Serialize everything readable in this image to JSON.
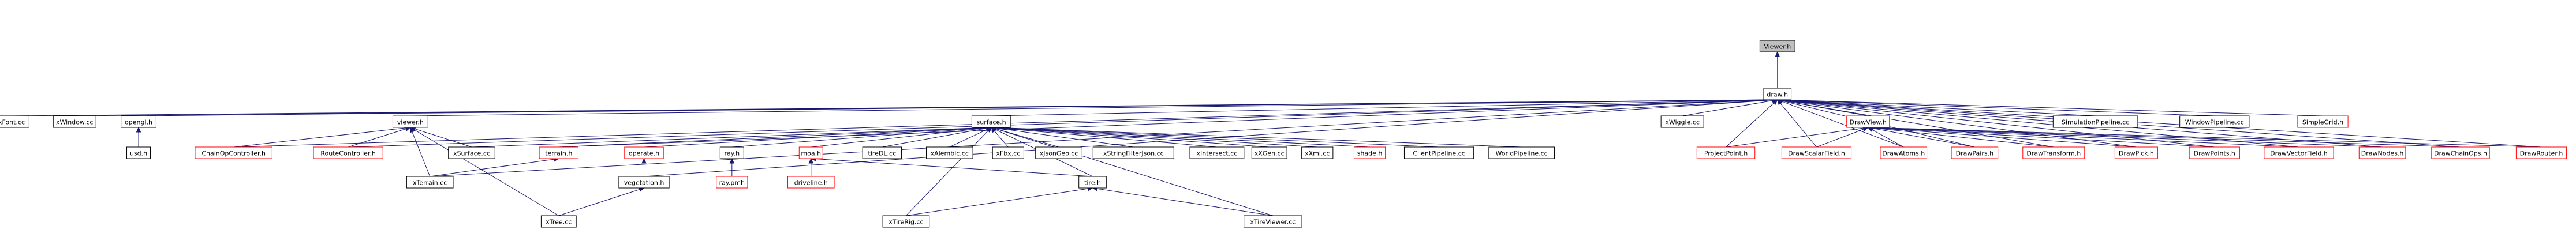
{
  "graph": {
    "root": "Viewer.h",
    "colors": {
      "edge": "#191970",
      "node_border_default": "#000000",
      "node_border_truncated": "#ff0000",
      "node_fill_default": "#ffffff",
      "node_fill_root": "#bfbfbf"
    },
    "nodes": [
      {
        "id": "viewer_h_root",
        "label": "Viewer.h",
        "style": "root"
      },
      {
        "id": "draw_h",
        "label": "draw.h",
        "style": "normal"
      },
      {
        "id": "xfont_cc",
        "label": "xFont.cc",
        "style": "normal"
      },
      {
        "id": "xwindow_cc",
        "label": "xWindow.cc",
        "style": "normal"
      },
      {
        "id": "opengl_h",
        "label": "opengl.h",
        "style": "normal"
      },
      {
        "id": "viewer_h",
        "label": "viewer.h",
        "style": "truncated"
      },
      {
        "id": "surface_h",
        "label": "surface.h",
        "style": "normal"
      },
      {
        "id": "xwiggle_cc",
        "label": "xWiggle.cc",
        "style": "normal"
      },
      {
        "id": "drawview_h",
        "label": "DrawView.h",
        "style": "truncated"
      },
      {
        "id": "simulationpipeline_cc",
        "label": "SimulationPipeline.cc",
        "style": "normal"
      },
      {
        "id": "windowpipeline_cc",
        "label": "WindowPipeline.cc",
        "style": "normal"
      },
      {
        "id": "simplegrid_h",
        "label": "SimpleGrid.h",
        "style": "truncated"
      },
      {
        "id": "usd_h",
        "label": "usd.h",
        "style": "normal"
      },
      {
        "id": "chainopcontroller_h",
        "label": "ChainOpController.h",
        "style": "truncated"
      },
      {
        "id": "routecontroller_h",
        "label": "RouteController.h",
        "style": "truncated"
      },
      {
        "id": "xsurface_cc",
        "label": "xSurface.cc",
        "style": "normal"
      },
      {
        "id": "terrain_h",
        "label": "terrain.h",
        "style": "truncated"
      },
      {
        "id": "operate_h",
        "label": "operate.h",
        "style": "truncated"
      },
      {
        "id": "ray_h",
        "label": "ray.h",
        "style": "normal"
      },
      {
        "id": "moa_h",
        "label": "moa.h",
        "style": "truncated"
      },
      {
        "id": "tiredl_cc",
        "label": "tireDL.cc",
        "style": "normal"
      },
      {
        "id": "xalembic_cc",
        "label": "xAlembic.cc",
        "style": "normal"
      },
      {
        "id": "xfbx_cc",
        "label": "xFbx.cc",
        "style": "normal"
      },
      {
        "id": "xjsongeo_cc",
        "label": "xJsonGeo.cc",
        "style": "normal"
      },
      {
        "id": "xstringfilterjson_cc",
        "label": "xStringFilterJson.cc",
        "style": "normal"
      },
      {
        "id": "xintersect_cc",
        "label": "xIntersect.cc",
        "style": "normal"
      },
      {
        "id": "xxgen_cc",
        "label": "xXGen.cc",
        "style": "normal"
      },
      {
        "id": "xxml_cc",
        "label": "xXml.cc",
        "style": "normal"
      },
      {
        "id": "shade_h",
        "label": "shade.h",
        "style": "truncated"
      },
      {
        "id": "clientpipeline_cc",
        "label": "ClientPipeline.cc",
        "style": "normal"
      },
      {
        "id": "worldpipeline_cc",
        "label": "WorldPipeline.cc",
        "style": "normal"
      },
      {
        "id": "projectpoint_h",
        "label": "ProjectPoint.h",
        "style": "truncated"
      },
      {
        "id": "drawscalarfield_h",
        "label": "DrawScalarField.h",
        "style": "truncated"
      },
      {
        "id": "drawatoms_h",
        "label": "DrawAtoms.h",
        "style": "truncated"
      },
      {
        "id": "drawpairs_h",
        "label": "DrawPairs.h",
        "style": "truncated"
      },
      {
        "id": "drawtransform_h",
        "label": "DrawTransform.h",
        "style": "truncated"
      },
      {
        "id": "drawpick_h",
        "label": "DrawPick.h",
        "style": "truncated"
      },
      {
        "id": "drawpoints_h",
        "label": "DrawPoints.h",
        "style": "truncated"
      },
      {
        "id": "drawvectorfield_h",
        "label": "DrawVectorField.h",
        "style": "truncated"
      },
      {
        "id": "drawnodes_h",
        "label": "DrawNodes.h",
        "style": "truncated"
      },
      {
        "id": "drawchainops_h",
        "label": "DrawChainOps.h",
        "style": "truncated"
      },
      {
        "id": "drawrouter_h",
        "label": "DrawRouter.h",
        "style": "truncated"
      },
      {
        "id": "ray_pmh",
        "label": "ray.pmh",
        "style": "truncated"
      },
      {
        "id": "vegetation_h",
        "label": "vegetation.h",
        "style": "normal"
      },
      {
        "id": "driveline_h",
        "label": "driveline.h",
        "style": "truncated"
      },
      {
        "id": "tire_h",
        "label": "tire.h",
        "style": "normal"
      },
      {
        "id": "xterrain_cc",
        "label": "xTerrain.cc",
        "style": "normal"
      },
      {
        "id": "xtree_cc",
        "label": "xTree.cc",
        "style": "normal"
      },
      {
        "id": "xtirerig_cc",
        "label": "xTireRig.cc",
        "style": "normal"
      },
      {
        "id": "xtireviewer_cc",
        "label": "xTireViewer.cc",
        "style": "normal"
      }
    ],
    "edges": [
      [
        "draw_h",
        "viewer_h_root"
      ],
      [
        "xfont_cc",
        "draw_h"
      ],
      [
        "xwindow_cc",
        "draw_h"
      ],
      [
        "opengl_h",
        "draw_h"
      ],
      [
        "viewer_h",
        "draw_h"
      ],
      [
        "surface_h",
        "draw_h"
      ],
      [
        "xwiggle_cc",
        "draw_h"
      ],
      [
        "drawview_h",
        "draw_h"
      ],
      [
        "simulationpipeline_cc",
        "draw_h"
      ],
      [
        "windowpipeline_cc",
        "draw_h"
      ],
      [
        "simplegrid_h",
        "draw_h"
      ],
      [
        "chainopcontroller_h",
        "draw_h"
      ],
      [
        "routecontroller_h",
        "draw_h"
      ],
      [
        "terrain_h",
        "draw_h"
      ],
      [
        "vegetation_h",
        "draw_h"
      ],
      [
        "xterrain_cc",
        "draw_h"
      ],
      [
        "projectpoint_h",
        "draw_h"
      ],
      [
        "drawscalarfield_h",
        "draw_h"
      ],
      [
        "drawatoms_h",
        "draw_h"
      ],
      [
        "drawpairs_h",
        "draw_h"
      ],
      [
        "drawtransform_h",
        "draw_h"
      ],
      [
        "drawpick_h",
        "draw_h"
      ],
      [
        "drawpoints_h",
        "draw_h"
      ],
      [
        "drawvectorfield_h",
        "draw_h"
      ],
      [
        "drawnodes_h",
        "draw_h"
      ],
      [
        "drawchainops_h",
        "draw_h"
      ],
      [
        "drawrouter_h",
        "draw_h"
      ],
      [
        "usd_h",
        "opengl_h"
      ],
      [
        "chainopcontroller_h",
        "viewer_h"
      ],
      [
        "routecontroller_h",
        "viewer_h"
      ],
      [
        "xsurface_cc",
        "viewer_h"
      ],
      [
        "xterrain_cc",
        "viewer_h"
      ],
      [
        "xtree_cc",
        "viewer_h"
      ],
      [
        "xsurface_cc",
        "surface_h"
      ],
      [
        "terrain_h",
        "surface_h"
      ],
      [
        "operate_h",
        "surface_h"
      ],
      [
        "ray_h",
        "surface_h"
      ],
      [
        "moa_h",
        "surface_h"
      ],
      [
        "tiredl_cc",
        "surface_h"
      ],
      [
        "xalembic_cc",
        "surface_h"
      ],
      [
        "xfbx_cc",
        "surface_h"
      ],
      [
        "xjsongeo_cc",
        "surface_h"
      ],
      [
        "xstringfilterjson_cc",
        "surface_h"
      ],
      [
        "xintersect_cc",
        "surface_h"
      ],
      [
        "xxgen_cc",
        "surface_h"
      ],
      [
        "xxml_cc",
        "surface_h"
      ],
      [
        "shade_h",
        "surface_h"
      ],
      [
        "clientpipeline_cc",
        "surface_h"
      ],
      [
        "worldpipeline_cc",
        "surface_h"
      ],
      [
        "tire_h",
        "surface_h"
      ],
      [
        "xtirerig_cc",
        "surface_h"
      ],
      [
        "xtireviewer_cc",
        "surface_h"
      ],
      [
        "projectpoint_h",
        "drawview_h"
      ],
      [
        "drawscalarfield_h",
        "drawview_h"
      ],
      [
        "drawatoms_h",
        "drawview_h"
      ],
      [
        "drawpairs_h",
        "drawview_h"
      ],
      [
        "drawtransform_h",
        "drawview_h"
      ],
      [
        "drawpick_h",
        "drawview_h"
      ],
      [
        "drawpoints_h",
        "drawview_h"
      ],
      [
        "drawvectorfield_h",
        "drawview_h"
      ],
      [
        "drawnodes_h",
        "drawview_h"
      ],
      [
        "drawchainops_h",
        "drawview_h"
      ],
      [
        "drawrouter_h",
        "drawview_h"
      ],
      [
        "xterrain_cc",
        "terrain_h"
      ],
      [
        "vegetation_h",
        "operate_h"
      ],
      [
        "ray_pmh",
        "ray_h"
      ],
      [
        "driveline_h",
        "moa_h"
      ],
      [
        "tire_h",
        "moa_h"
      ],
      [
        "xtree_cc",
        "vegetation_h"
      ],
      [
        "xtirerig_cc",
        "tire_h"
      ],
      [
        "xtireviewer_cc",
        "tire_h"
      ]
    ]
  }
}
